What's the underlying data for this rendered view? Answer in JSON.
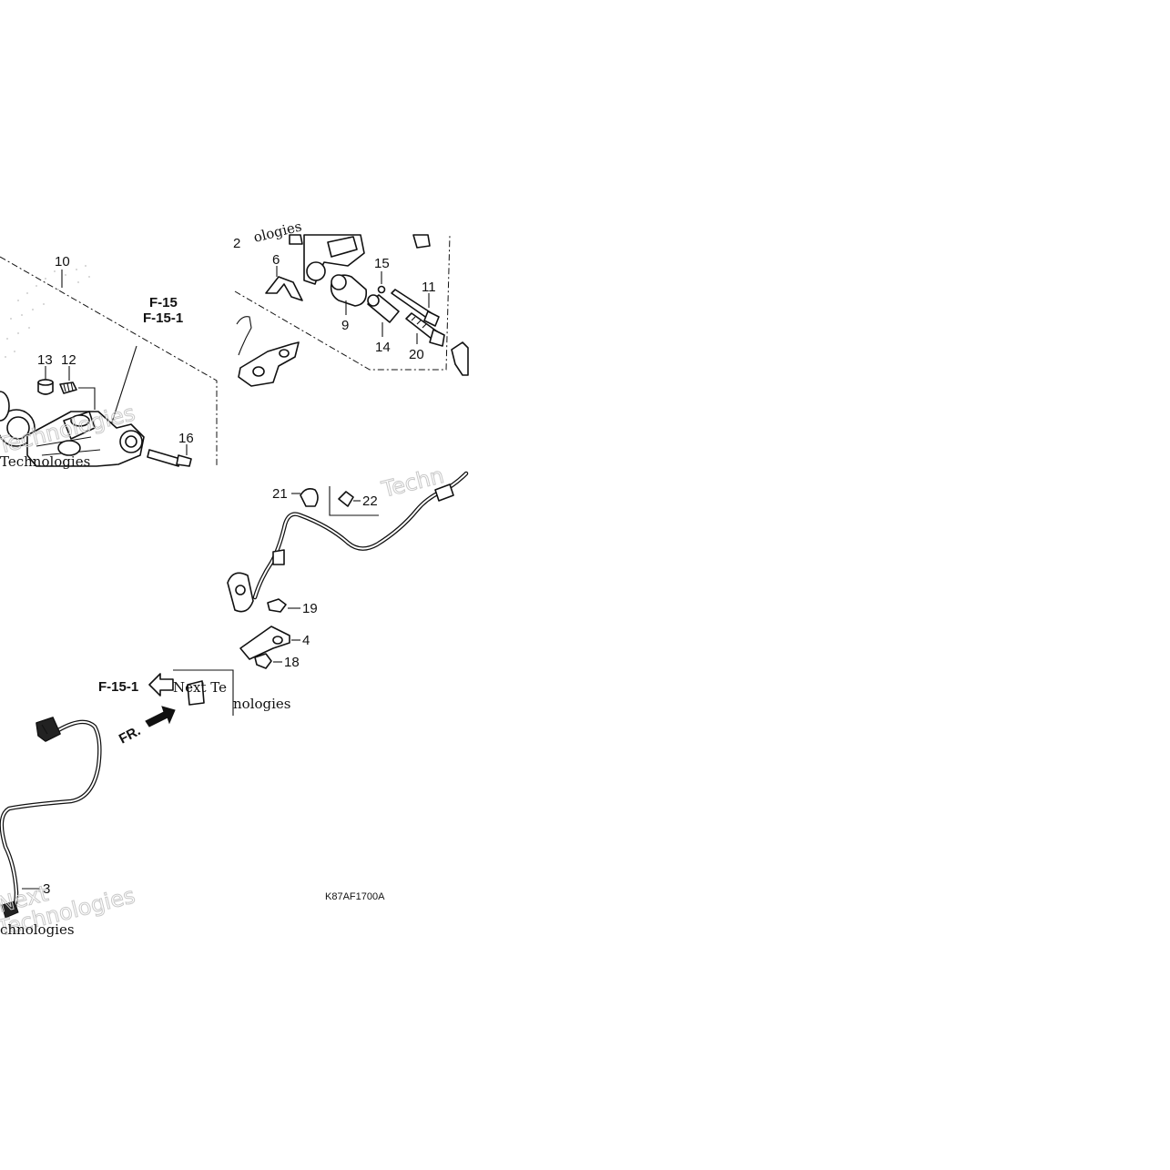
{
  "diagram": {
    "code": "K87AF1700A",
    "refs": {
      "top": [
        "F-15",
        "F-15-1"
      ],
      "left": "F-15-1"
    },
    "front_arrow": "FR.",
    "callouts": [
      "10",
      "13",
      "12",
      "16",
      "2",
      "6",
      "15",
      "11",
      "9",
      "14",
      "20",
      "21",
      "22",
      "19",
      "4",
      "18",
      "3"
    ],
    "watermarks": [
      "Technologies",
      "Techn",
      "Technologies",
      "Next Te",
      "nologies",
      "Next",
      "Technologies",
      "chnologies",
      "ologies"
    ]
  }
}
